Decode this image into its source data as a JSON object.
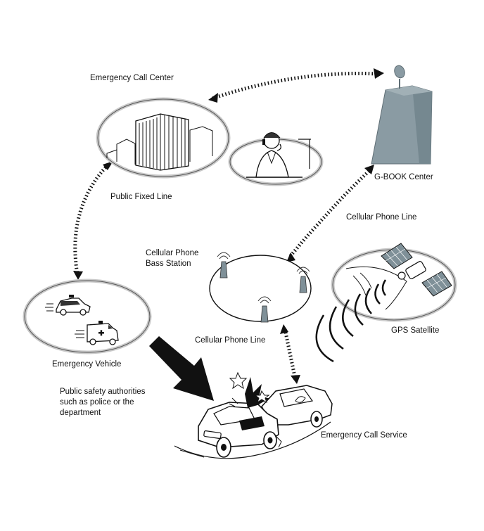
{
  "labels": {
    "emergency_call_center": "Emergency Call Center",
    "public_fixed_line": "Public Fixed Line",
    "gbook_center": "G-BOOK Center",
    "cellular_phone_line_upper": "Cellular Phone Line",
    "cellular_phone_base_station": "Cellular Phone\nBass Station",
    "cellular_phone_line_lower": "Cellular Phone Line",
    "gps_satellite": "GPS Satellite",
    "emergency_vehicle": "Emergency Vehicle",
    "public_safety_authorities": "Public safety authorities\nsuch as police or the\ndepartment",
    "emergency_call_service": "Emergency Call Service"
  },
  "colors": {
    "gbook_building": "#8a9ba3",
    "ring": "#c9c9c9",
    "line": "#111111"
  },
  "icons": [
    "office-building-icon",
    "operator-headset-icon",
    "g-book-center-building-icon",
    "cell-tower-icon",
    "gps-satellite-icon",
    "police-car-icon",
    "ambulance-icon",
    "crashed-cars-icon",
    "signal-waves-icon",
    "big-arrow-icon"
  ]
}
